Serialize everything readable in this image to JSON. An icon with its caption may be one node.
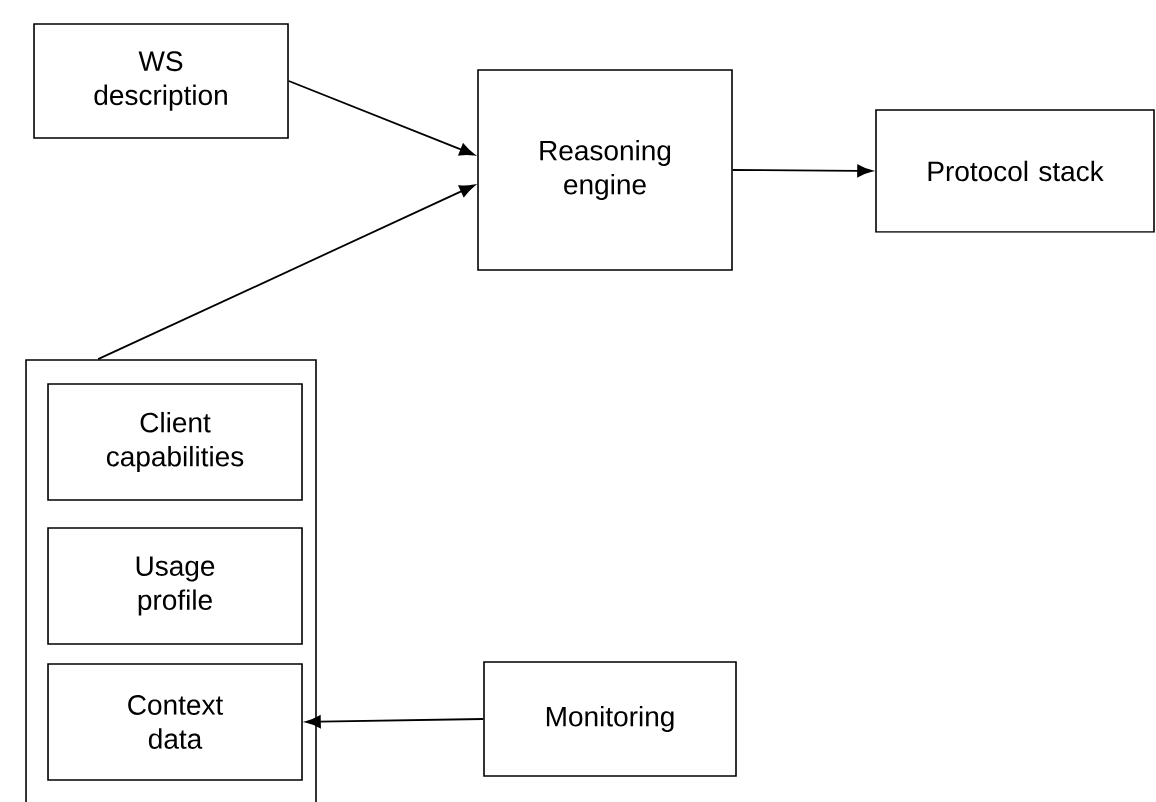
{
  "diagram": {
    "nodes": [
      {
        "text": [
          "WS description"
        ]
      },
      {
        "text": [
          "Reasoning engine"
        ]
      },
      {
        "text": [
          "Protocol stack"
        ]
      },
      {
        "text": [],
        "shape": "box"
      },
      {
        "text": [
          "Client capabilities"
        ],
        "in": 3
      },
      {
        "text": [
          "Usage profile"
        ],
        "in": 3
      },
      {
        "text": [
          "Context data"
        ],
        "in": 3
      },
      {
        "text": [
          "Monitoring"
        ]
      }
    ],
    "edges": [
      {
        "from": 0,
        "to": 1,
        "arrow": "to"
      },
      {
        "from": 3,
        "to": 1,
        "arrow": "to"
      },
      {
        "from": 1,
        "to": 2,
        "arrow": "to"
      },
      {
        "from": 7,
        "to": 6,
        "arrow": "to"
      }
    ]
  }
}
